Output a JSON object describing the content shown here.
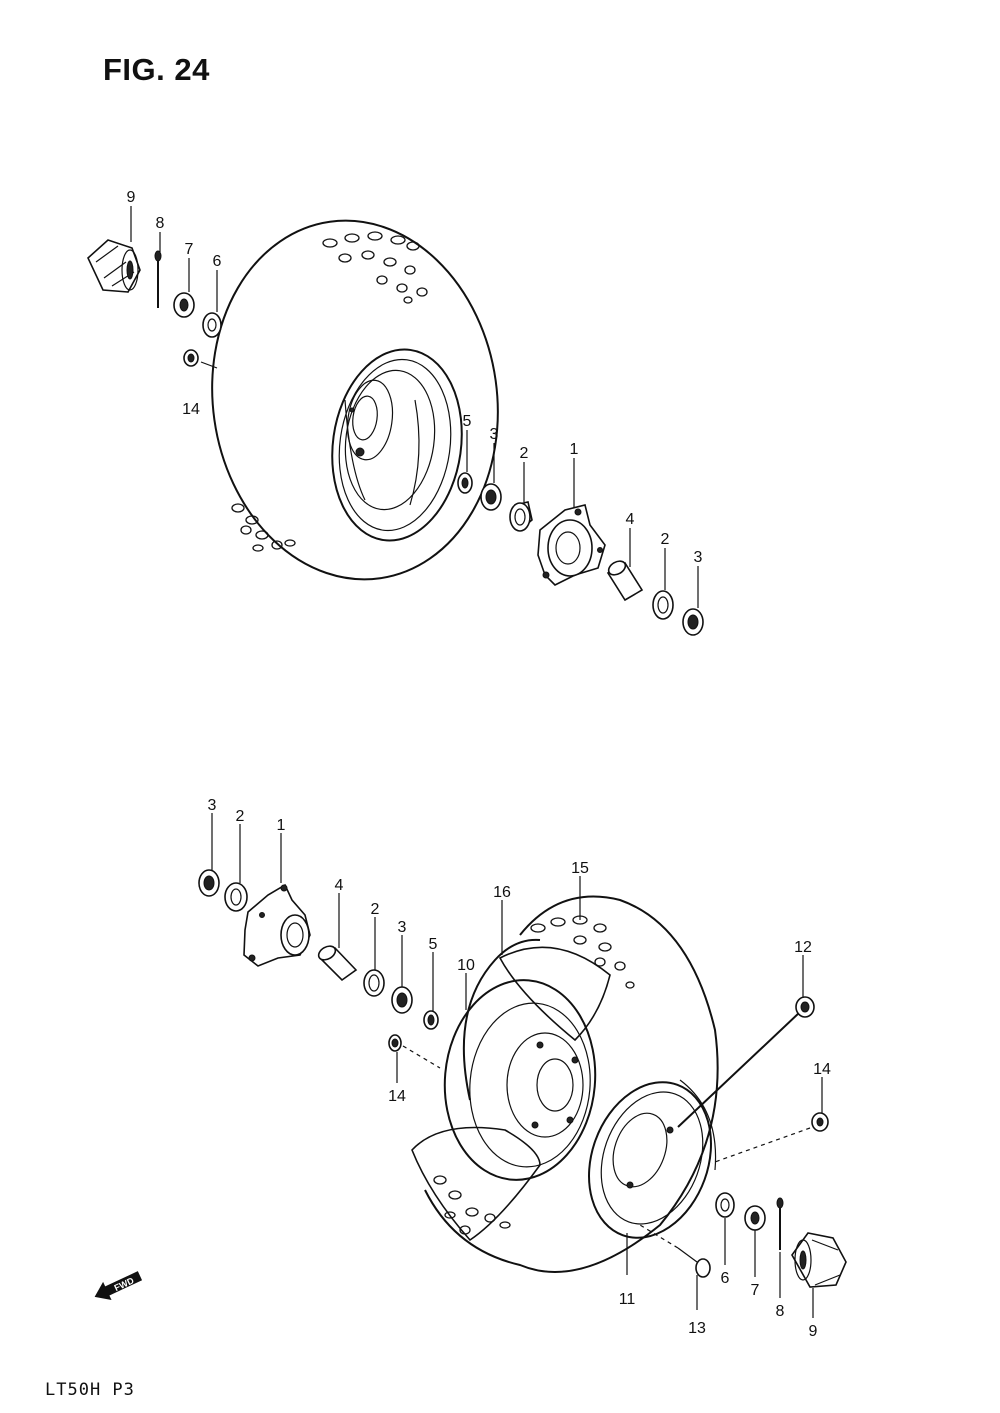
{
  "figure": {
    "title": "FIG. 24",
    "model_code": "LT50H P3",
    "fwd_arrow_text": "FWD"
  },
  "upper_assembly": {
    "callouts": [
      "9",
      "8",
      "7",
      "6",
      "14",
      "5",
      "3",
      "2",
      "1",
      "4",
      "2",
      "3"
    ]
  },
  "lower_assembly": {
    "callouts": [
      "3",
      "2",
      "1",
      "4",
      "2",
      "3",
      "5",
      "16",
      "15",
      "10",
      "14",
      "12",
      "14",
      "11",
      "13",
      "6",
      "7",
      "8",
      "9"
    ]
  }
}
